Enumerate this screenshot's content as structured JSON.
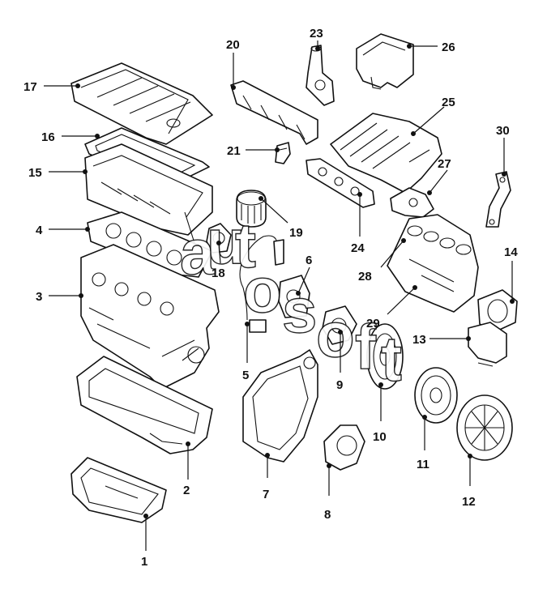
{
  "callouts": [
    {
      "id": "1",
      "label": "1"
    },
    {
      "id": "2",
      "label": "2"
    },
    {
      "id": "3",
      "label": "3"
    },
    {
      "id": "4",
      "label": "4"
    },
    {
      "id": "5",
      "label": "5"
    },
    {
      "id": "6",
      "label": "6"
    },
    {
      "id": "7",
      "label": "7"
    },
    {
      "id": "8",
      "label": "8"
    },
    {
      "id": "9",
      "label": "9"
    },
    {
      "id": "10",
      "label": "10"
    },
    {
      "id": "11",
      "label": "11"
    },
    {
      "id": "12",
      "label": "12"
    },
    {
      "id": "13",
      "label": "13"
    },
    {
      "id": "14",
      "label": "14"
    },
    {
      "id": "15",
      "label": "15"
    },
    {
      "id": "16",
      "label": "16"
    },
    {
      "id": "17",
      "label": "17"
    },
    {
      "id": "18",
      "label": "18"
    },
    {
      "id": "19",
      "label": "19"
    },
    {
      "id": "20",
      "label": "20"
    },
    {
      "id": "21",
      "label": "21"
    },
    {
      "id": "23",
      "label": "23"
    },
    {
      "id": "24",
      "label": "24"
    },
    {
      "id": "25",
      "label": "25"
    },
    {
      "id": "26",
      "label": "26"
    },
    {
      "id": "27",
      "label": "27"
    },
    {
      "id": "28",
      "label": "28"
    },
    {
      "id": "29",
      "label": "29"
    },
    {
      "id": "30",
      "label": "30"
    }
  ],
  "watermark": {
    "letters": [
      "a",
      "u",
      "t",
      "o",
      "s",
      "o",
      "f",
      "t"
    ]
  }
}
